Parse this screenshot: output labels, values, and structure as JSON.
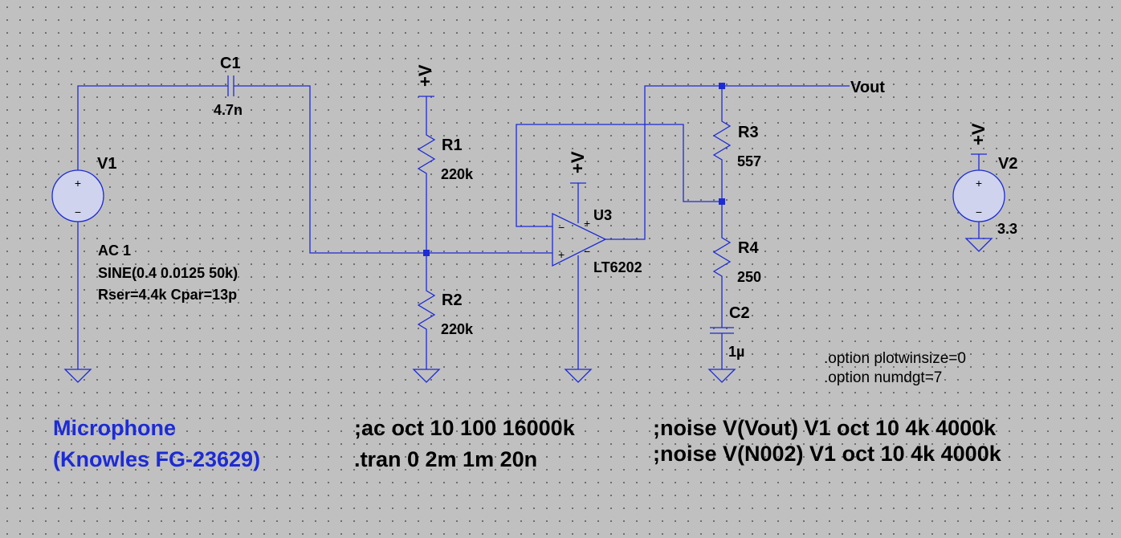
{
  "components": {
    "v1": {
      "name": "V1",
      "ac": "AC 1",
      "sine": "SINE(0.4 0.0125 50k)",
      "params": "Rser=4.4k Cpar=13p"
    },
    "c1": {
      "name": "C1",
      "value": "4.7n"
    },
    "r1": {
      "name": "R1",
      "value": "220k"
    },
    "r2": {
      "name": "R2",
      "value": "220k"
    },
    "u3": {
      "name": "U3",
      "model": "LT6202"
    },
    "r3": {
      "name": "R3",
      "value": "557"
    },
    "r4": {
      "name": "R4",
      "value": "250"
    },
    "c2": {
      "name": "C2",
      "value": "1µ"
    },
    "v2": {
      "name": "V2",
      "value": "3.3"
    }
  },
  "net_labels": {
    "vout": "Vout",
    "supply": "+V"
  },
  "opamp_pins": {
    "minus": "−",
    "plus": "+",
    "v_plus": "+",
    "v_minus": "−"
  },
  "source_pins": {
    "plus": "+",
    "minus": "−"
  },
  "directives": {
    "option1": ".option plotwinsize=0",
    "option2": ".option numdgt=7",
    "ac": ";ac oct 10 100 16000k",
    "tran": ".tran 0 2m 1m 20n",
    "noise1": ";noise V(Vout) V1 oct 10 4k 4000k",
    "noise2": ";noise V(N002) V1 oct 10 4k 4000k"
  },
  "comment": {
    "line1": "Microphone",
    "line2": "(Knowles FG-23629)"
  },
  "colors": {
    "wire": "#1c2bd6",
    "background": "#c0c0c0",
    "comment": "#1c2bd6",
    "text": "#000000"
  }
}
